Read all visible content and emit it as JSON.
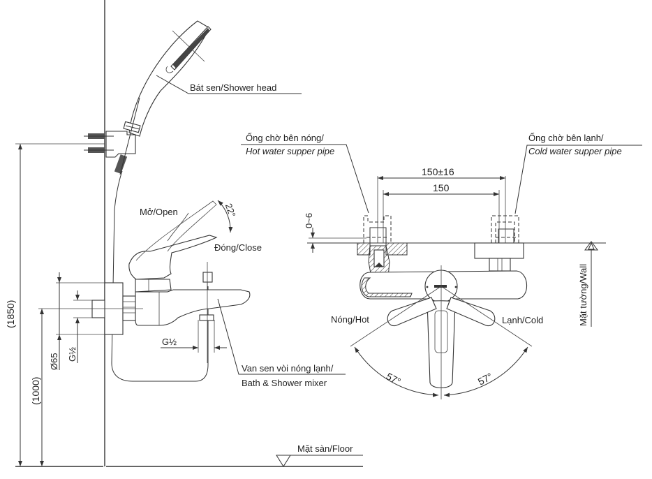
{
  "labels": {
    "shower_head": "Bát sen/Shower head",
    "open": "Mở/Open",
    "close": "Đóng/Close",
    "open_angle": "22°",
    "mixer_vn": "Van sen vòi nóng lạnh/",
    "mixer_en": "Bath & Shower mixer",
    "floor": "Mặt sàn/Floor",
    "wall": "Mặt tường/Wall",
    "hot_pipe_vn": "Ống chờ bên nóng/",
    "hot_pipe_en": "Hot water supper pipe",
    "cold_pipe_vn": "Ống chờ bên lạnh/",
    "cold_pipe_en": "Cold water supper pipe",
    "hot": "Nóng/Hot",
    "cold": "Lạnh/Cold",
    "hot_angle": "57°",
    "cold_angle": "57°"
  },
  "dimensions": {
    "total_height": "(1850)",
    "mixer_height": "(1000)",
    "flange_diameter": "Ø65",
    "inlet_thread": "G½",
    "outlet_thread": "G½",
    "pipe_spacing_range": "150±16",
    "pipe_spacing": "150",
    "pipe_offset": "0~6"
  }
}
